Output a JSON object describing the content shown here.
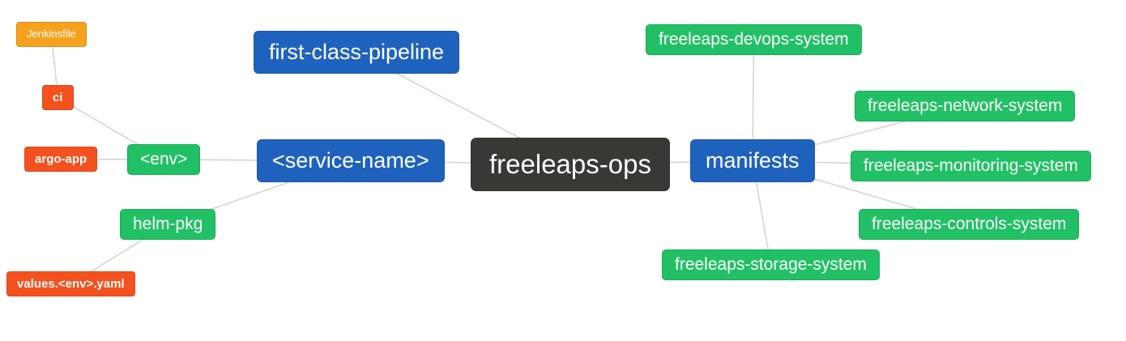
{
  "palette": {
    "blue": "#1f62bd",
    "green": "#22c065",
    "orange": "#f6a21e",
    "red": "#f4511e",
    "dark": "#3a3835",
    "edge": "#d4d4d4",
    "background": "#ffffff"
  },
  "nodes": {
    "jenkinsfile": {
      "label": "Jenkinsfile",
      "color": "orange"
    },
    "ci": {
      "label": "ci",
      "color": "red"
    },
    "argo_app": {
      "label": "argo-app",
      "color": "red"
    },
    "env": {
      "label": "<env>",
      "color": "green"
    },
    "helm_pkg": {
      "label": "helm-pkg",
      "color": "green"
    },
    "values_env_yaml": {
      "label": "values.<env>.yaml",
      "color": "red"
    },
    "first_class_pipeline": {
      "label": "first-class-pipeline",
      "color": "blue"
    },
    "service_name": {
      "label": "<service-name>",
      "color": "blue"
    },
    "freeleaps_ops": {
      "label": "freeleaps-ops",
      "color": "dark"
    },
    "manifests": {
      "label": "manifests",
      "color": "blue"
    },
    "devops_system": {
      "label": "freeleaps-devops-system",
      "color": "green"
    },
    "network_system": {
      "label": "freeleaps-network-system",
      "color": "green"
    },
    "monitoring_system": {
      "label": "freeleaps-monitoring-system",
      "color": "green"
    },
    "controls_system": {
      "label": "freeleaps-controls-system",
      "color": "green"
    },
    "storage_system": {
      "label": "freeleaps-storage-system",
      "color": "green"
    }
  },
  "connections": [
    {
      "from": "jenkinsfile",
      "to": "ci"
    },
    {
      "from": "ci",
      "to": "env"
    },
    {
      "from": "argo_app",
      "to": "env"
    },
    {
      "from": "env",
      "to": "service_name"
    },
    {
      "from": "helm_pkg",
      "to": "service_name"
    },
    {
      "from": "values_env_yaml",
      "to": "helm_pkg"
    },
    {
      "from": "first_class_pipeline",
      "to": "freeleaps_ops"
    },
    {
      "from": "service_name",
      "to": "freeleaps_ops"
    },
    {
      "from": "freeleaps_ops",
      "to": "manifests"
    },
    {
      "from": "manifests",
      "to": "devops_system"
    },
    {
      "from": "manifests",
      "to": "network_system"
    },
    {
      "from": "manifests",
      "to": "monitoring_system"
    },
    {
      "from": "manifests",
      "to": "controls_system"
    },
    {
      "from": "manifests",
      "to": "storage_system"
    }
  ]
}
